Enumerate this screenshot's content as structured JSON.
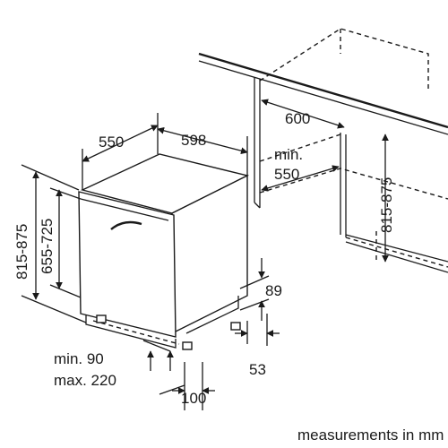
{
  "footer": {
    "units_note": "measurements in mm"
  },
  "dimensions": {
    "depth": "550",
    "width": "598",
    "niche_depth": "600",
    "niche_width_prefix": "min.",
    "niche_width": "550",
    "niche_height": "815-875",
    "appliance_height": "815-875",
    "appliance_height_inner": "655-725",
    "plinth_height": "89",
    "plinth_depth": "53",
    "door_gap_min": "min. 90",
    "door_gap_max": "max. 220",
    "foot_offset": "100"
  }
}
